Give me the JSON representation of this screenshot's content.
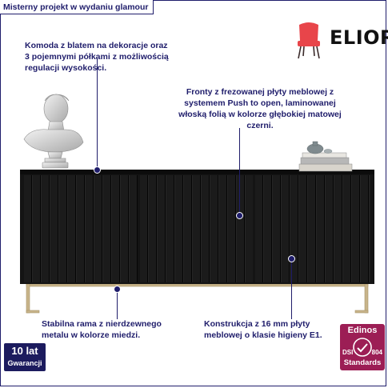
{
  "header": {
    "title": "Misterny projekt w wydaniu glamour"
  },
  "brand": {
    "name": "ELIOR",
    "chair_color": "#e8454a"
  },
  "callouts": {
    "top": "Komoda z blatem na dekoracje oraz\n3 pojemnymi półkami z możliwością\nregulacji wysokości.",
    "fronts": "Fronty z frezowanej płyty meblowej z\nsystemem Push to open, laminowanej\nwłoską folią w kolorze głębokiej matowej\nczerni.",
    "frame": "Stabilna rama z nierdzewnego\nmetalu w kolorze miedzi.",
    "construction": "Konstrukcja z 16 mm płyty\nmeblowej o klasie higieny E1."
  },
  "badges": {
    "warranty": {
      "line1": "10 lat",
      "line2": "Gwarancji",
      "color": "#1c1b5e"
    },
    "edinos": {
      "title": "Edinos",
      "left_mark": "DSI",
      "right_mark": "804",
      "subtitle": "Standards",
      "color": "#9c1e55"
    }
  },
  "colors": {
    "text": "#1f1d6b",
    "cabinet": "#141414",
    "frame_metal": "#c8b48a"
  }
}
